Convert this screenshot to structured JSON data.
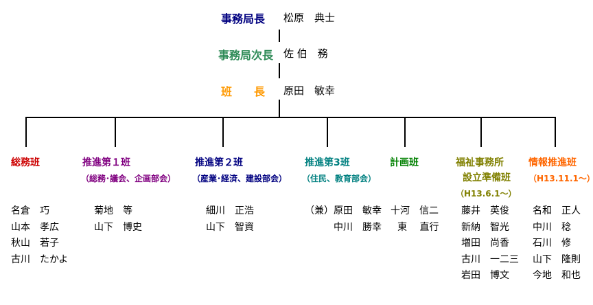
{
  "colors": {
    "director": "#000080",
    "deputy": "#2e8b57",
    "chief": "#ff9900",
    "soumu": "#cc0000",
    "suishin": "#800080",
    "suishin2": "#000080",
    "suishin3": "#008080",
    "keikaku": "#008000",
    "fukushi": "#808000",
    "jouhou": "#ff6600"
  },
  "top": {
    "director_title": "事務局長",
    "director_name": "松原　典士",
    "deputy_title": "事務局次長",
    "deputy_name": "佐 伯　務",
    "chief_title": "班　　長",
    "chief_name": "原田　敏幸"
  },
  "groups": [
    {
      "title": "総務班",
      "subtitle": "",
      "subtitle2": "",
      "members": [
        "名倉　巧",
        "山本　孝広",
        "秋山　若子",
        "古川　たかよ"
      ]
    },
    {
      "title": "推進第１班",
      "subtitle": "（総務･議会、企画部会）",
      "subtitle2": "",
      "members": [
        "菊地　等",
        "山下　博史"
      ]
    },
    {
      "title": "推進第２班",
      "subtitle": "（産業･経済、建設部会）",
      "subtitle2": "",
      "members": [
        "細川　正浩",
        "山下　智資"
      ]
    },
    {
      "title": "推進第3班",
      "subtitle": "（住民、教育部会）",
      "subtitle2": "",
      "members": [
        "（兼）原田　敏幸",
        "中川　勝幸"
      ]
    },
    {
      "title": "計画班",
      "subtitle": "",
      "subtitle2": "",
      "members": [
        "十河　信二",
        "東　 直行"
      ]
    },
    {
      "title": "福祉事務所",
      "subtitle": "設立準備班",
      "subtitle2": "（H13.6.1～）",
      "members": [
        "藤井　英俊",
        "新納　智光",
        "増田　尚香",
        "古川　一二三",
        "岩田　博文"
      ]
    },
    {
      "title": "情報推進班",
      "subtitle": "（H13.11.1～）",
      "subtitle2": "",
      "members": [
        "名和　正人",
        "中川　稔",
        "石川　修",
        "山下　隆則",
        "今地　和也"
      ]
    }
  ]
}
